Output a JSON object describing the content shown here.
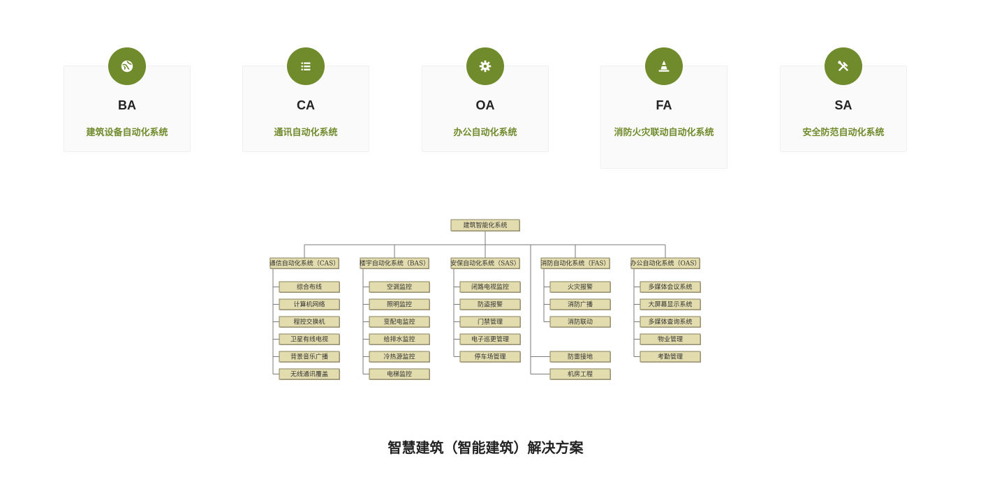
{
  "cards": [
    {
      "code": "BA",
      "desc": "建筑设备自动化系统",
      "icon": "globe-icon"
    },
    {
      "code": "CA",
      "desc": "通讯自动化系统",
      "icon": "list-icon"
    },
    {
      "code": "OA",
      "desc": "办公自动化系统",
      "icon": "gear-icon"
    },
    {
      "code": "FA",
      "desc": "消防火灾联动自动化系统",
      "icon": "fire-cone-icon"
    },
    {
      "code": "SA",
      "desc": "安全防范自动化系统",
      "icon": "tools-icon"
    }
  ],
  "colors": {
    "accent": "#6f8b2b",
    "box_fill": "#e3dcae",
    "box_border": "#8a8262"
  },
  "org_chart": {
    "root": "建筑智能化系统",
    "branches": [
      {
        "label": "通信自动化系统（CAS）",
        "children": [
          "综合布线",
          "计算机网络",
          "程控交换机",
          "卫星有线电视",
          "背景音乐广播",
          "无线通讯覆盖"
        ]
      },
      {
        "label": "楼宇自动化系统（BAS）",
        "children": [
          "空调监控",
          "照明监控",
          "变配电监控",
          "给排水监控",
          "冷热源监控",
          "电梯监控"
        ]
      },
      {
        "label": "安保自动化系统（SAS）",
        "children": [
          "闭路电视监控",
          "防盗报警",
          "门禁管理",
          "电子巡更管理",
          "停车场管理"
        ]
      },
      {
        "label": "消防自动化系统（FAS）",
        "children": [
          "火灾报警",
          "消防广播",
          "消防联动"
        ]
      },
      {
        "label": "办公自动化系统（OAS）",
        "children": [
          "多媒体会议系统",
          "大屏幕显示系统",
          "多媒体查询系统",
          "物业管理",
          "考勤管理"
        ]
      }
    ],
    "extra": [
      "防雷接地",
      "机房工程"
    ]
  },
  "page_title": "智慧建筑（智能建筑）解决方案"
}
